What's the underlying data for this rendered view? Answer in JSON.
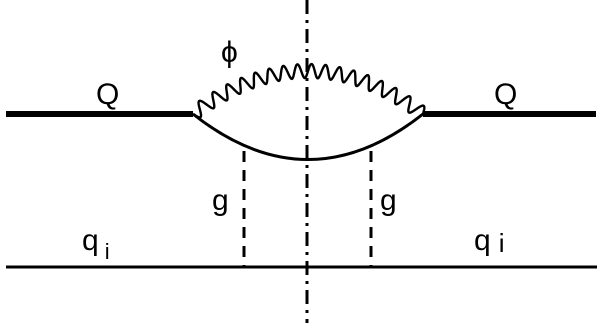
{
  "diagram": {
    "labels": {
      "heavy_quark_left": "Q",
      "heavy_quark_right": "Q",
      "scalar": "ϕ",
      "gluon_left": "g",
      "gluon_right": "g",
      "light_quark_left": {
        "base": "q",
        "sub": "i"
      },
      "light_quark_right": {
        "base": "q",
        "sub": "i"
      }
    }
  }
}
